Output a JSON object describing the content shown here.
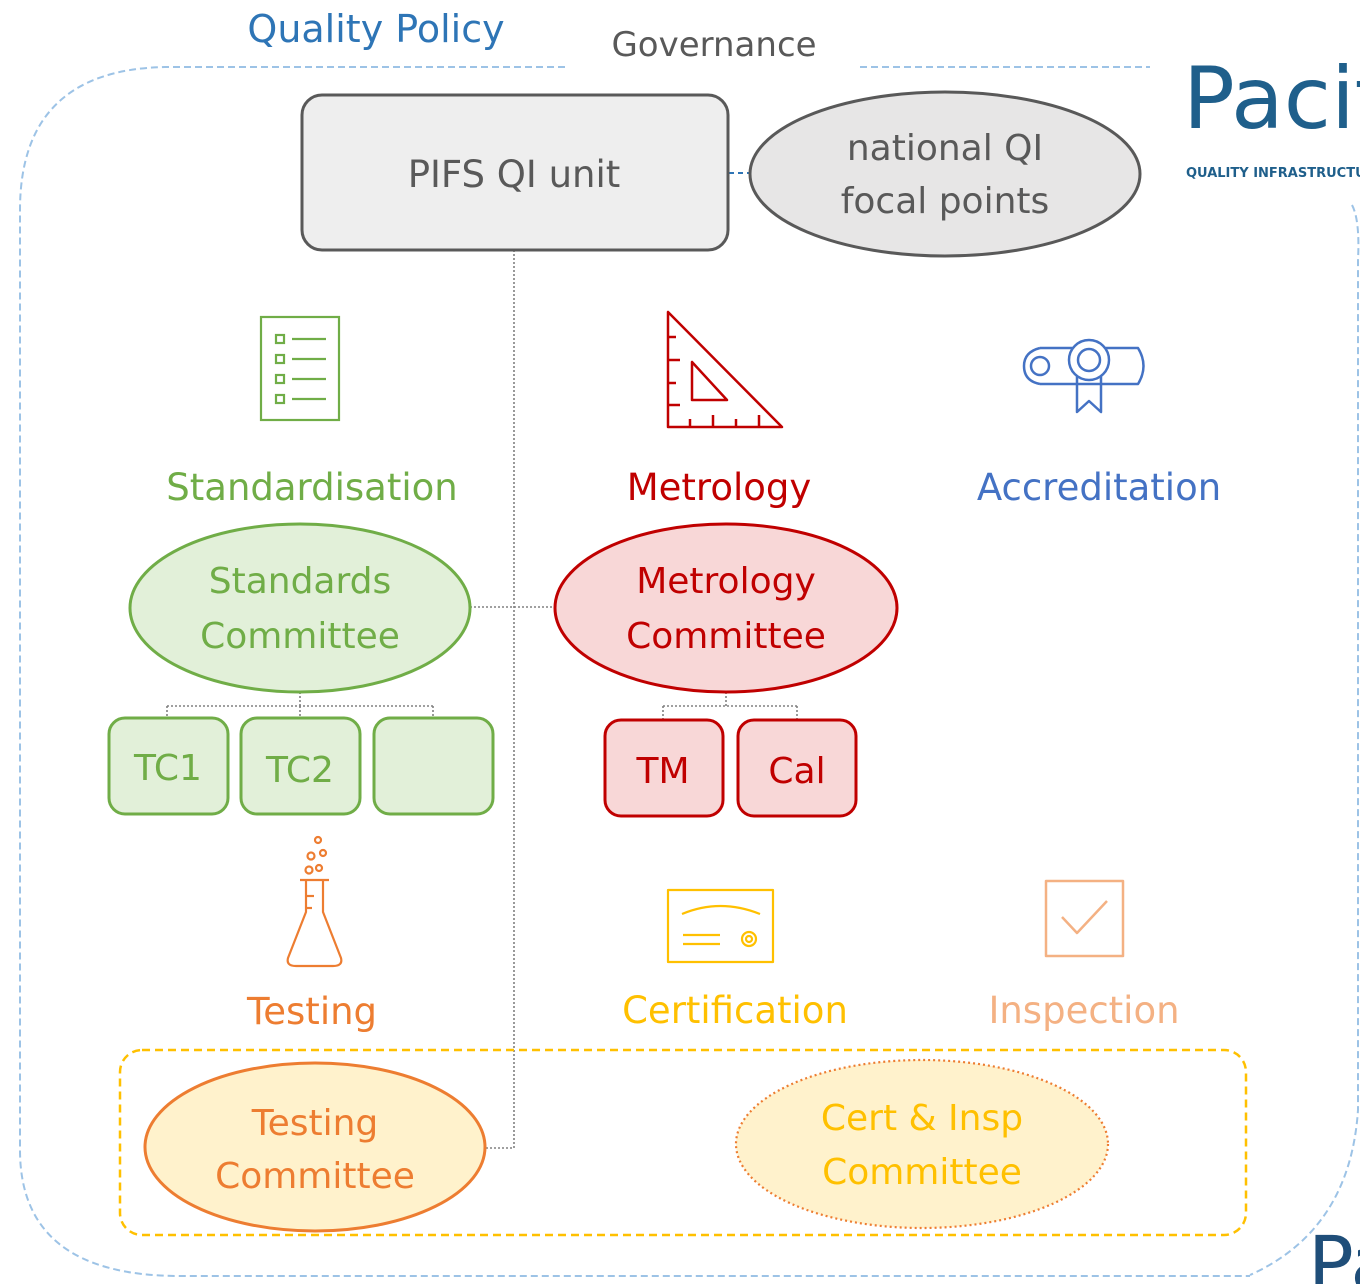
{
  "header": {
    "quality_policy": "Quality Policy",
    "governance": "Governance"
  },
  "logo": {
    "name": "Pacif",
    "tagline": "QUALITY INFRASTRUCTU",
    "bottom_fragment": "Pa"
  },
  "governance": {
    "unit": "PIFS QI unit",
    "focal_line1": "national QI",
    "focal_line2": "focal points"
  },
  "pillars": {
    "standardisation": "Standardisation",
    "metrology": "Metrology",
    "accreditation": "Accreditation",
    "testing": "Testing",
    "certification": "Certification",
    "inspection": "Inspection"
  },
  "committees": {
    "standards_line1": "Standards",
    "standards_line2": "Committee",
    "metrology_line1": "Metrology",
    "metrology_line2": "Committee",
    "testing_line1": "Testing",
    "testing_line2": "Committee",
    "certinsp_line1": "Cert & Insp",
    "certinsp_line2": "Committee"
  },
  "subcommittees": {
    "tc1": "TC1",
    "tc2": "TC2",
    "tc3": "",
    "tm": "TM",
    "cal": "Cal"
  },
  "icons": {
    "standardisation": "checklist-icon",
    "metrology": "set-square-icon",
    "accreditation": "diploma-scroll-icon",
    "testing": "flask-icon",
    "certification": "certificate-icon",
    "inspection": "checkbox-icon"
  },
  "colors": {
    "policy_blue": "#2e75b6",
    "dashed_frame": "#9dc3e6",
    "gray_text": "#595959",
    "green": "#70ad47",
    "green_fill": "#e2f0d9",
    "red": "#c00000",
    "red_fill": "#f8d7d7",
    "accreditation_blue": "#4472c4",
    "orange": "#ed7d31",
    "yellow": "#ffc000",
    "yellow_fill": "#fff2cc",
    "peach": "#f4b183"
  }
}
